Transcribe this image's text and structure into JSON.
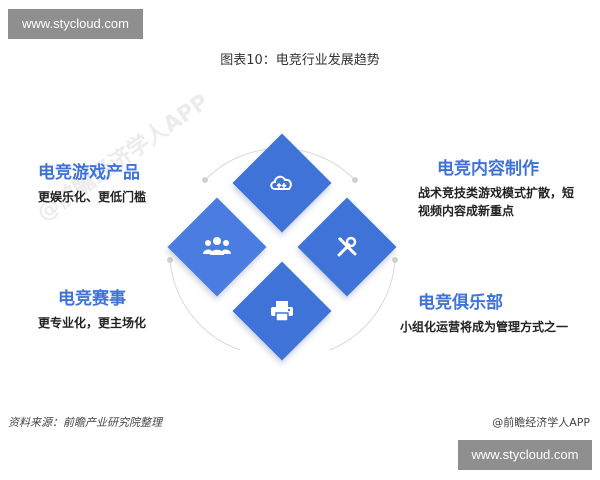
{
  "watermark": {
    "top": "www.stycloud.com",
    "bottom": "www.stycloud.com"
  },
  "title": "图表10：电竞行业发展趋势",
  "blocks": {
    "top_left": {
      "heading": "电竞游戏产品",
      "desc": "更娱乐化、更低门槛"
    },
    "bottom_left": {
      "heading": "电竞赛事",
      "desc": "更专业化，更主场化"
    },
    "top_right": {
      "heading": "电竞内容制作",
      "desc": "战术竞技类游戏模式扩散，短视频内容成新重点"
    },
    "bottom_right": {
      "heading": "电竞俱乐部",
      "desc": "小组化运营将成为管理方式之一"
    }
  },
  "icons": {
    "top": "cloud-sync-icon",
    "left": "team-icon",
    "right": "tools-icon",
    "bottom": "printer-icon"
  },
  "footer": {
    "source": "资料来源：前瞻产业研究院整理",
    "credit": "@前瞻经济学人APP"
  },
  "colors": {
    "accent": "#3f73d8",
    "heading": "#3f73d8",
    "watermark_badge": "#8f8f8f"
  }
}
